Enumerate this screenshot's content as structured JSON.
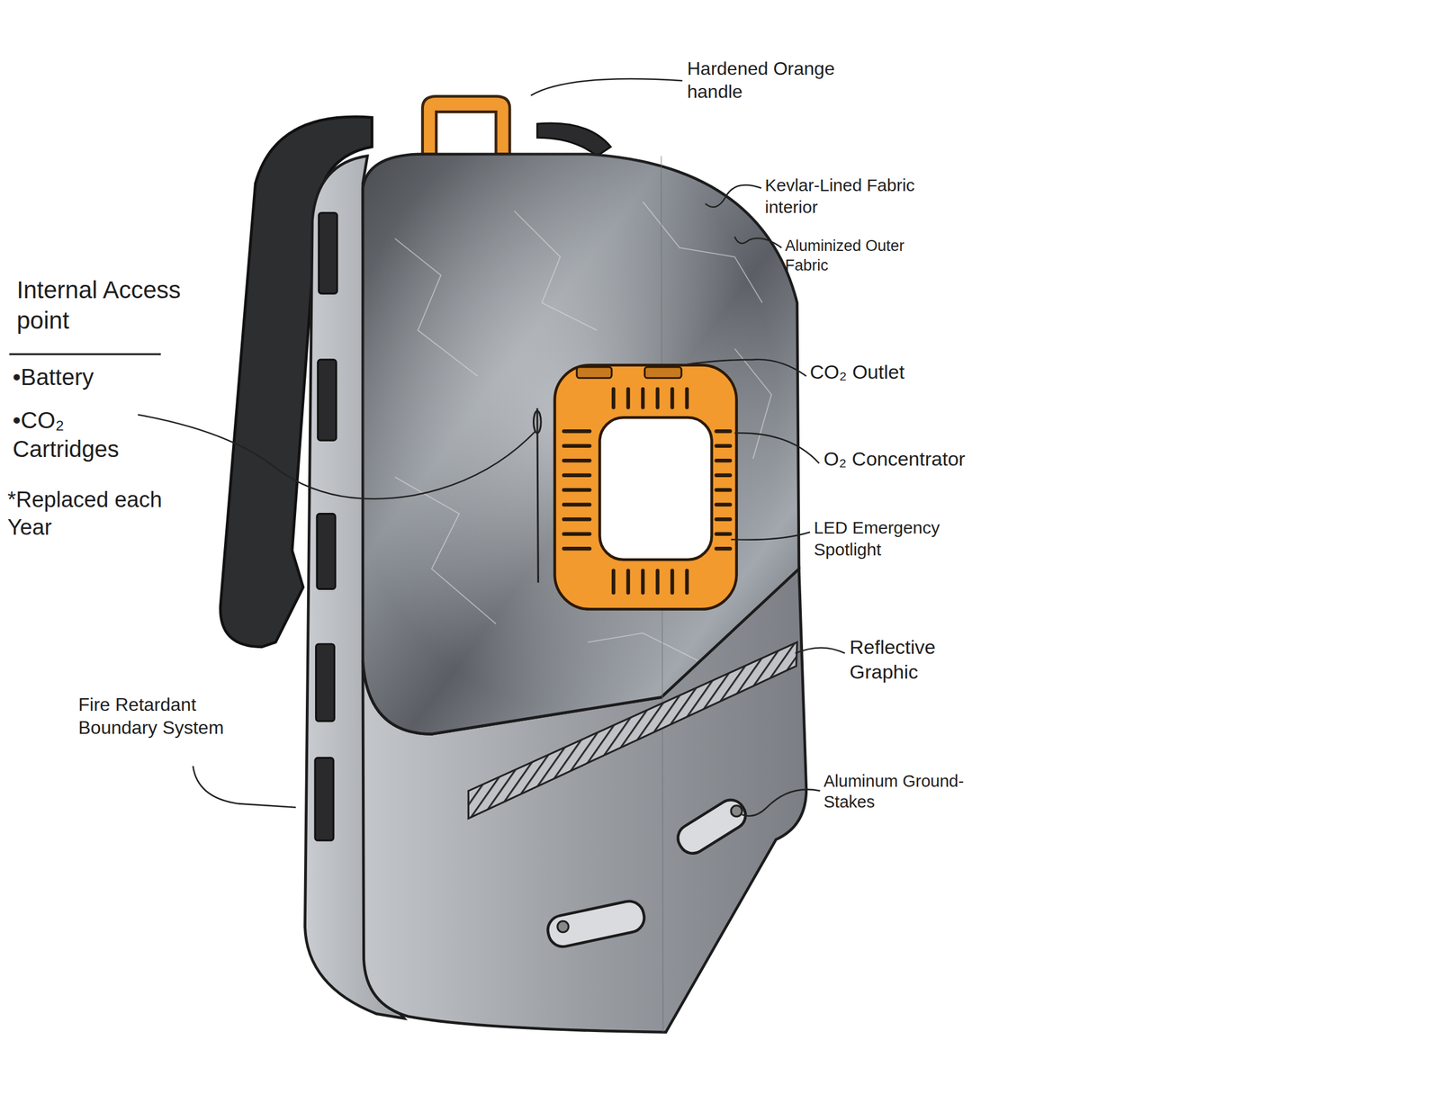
{
  "diagram": {
    "labels": [
      "Hardened Orange handle",
      "Kevlar-Lined Fabric interior",
      "Aluminized Outer Fabric",
      "CO₂ Outlet",
      "O₂ Concentrator",
      "LED Emergency Spotlight",
      "Reflective Graphic",
      "Aluminum Ground-Stakes",
      "Fire Retardant Boundary System",
      "Internal Access point",
      "•Battery",
      "•CO₂ Cartridges",
      "*Replaced each Year"
    ]
  }
}
